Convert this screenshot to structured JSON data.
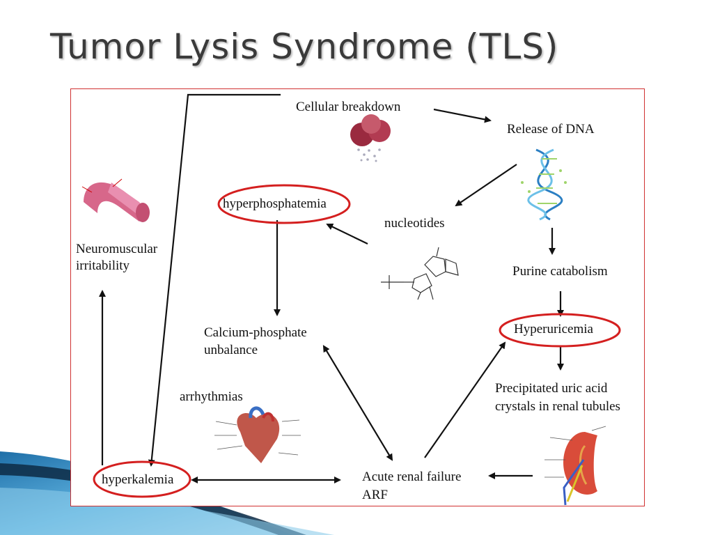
{
  "slide": {
    "title": "Tumor Lysis Syndrome (TLS)"
  },
  "nodes": {
    "cellular_breakdown": "Cellular breakdown",
    "release_dna": "Release of DNA",
    "nucleotides": "nucleotides",
    "hyperphosphatemia": "hyperphosphatemia",
    "purine_catabolism": "Purine catabolism",
    "hyperuricemia": "Hyperuricemia",
    "calcium_phosphate_1": "Calcium-phosphate",
    "calcium_phosphate_2": "unbalance",
    "precipitated_1": "Precipitated uric acid",
    "precipitated_2": "crystals in renal tubules",
    "neuromuscular_1": "Neuromuscular",
    "neuromuscular_2": "irritability",
    "arrhythmias": "arrhythmias",
    "hyperkalemia": "hyperkalemia",
    "arf_1": "Acute renal failure",
    "arf_2": "ARF"
  },
  "highlight_color": "#d41f1f"
}
